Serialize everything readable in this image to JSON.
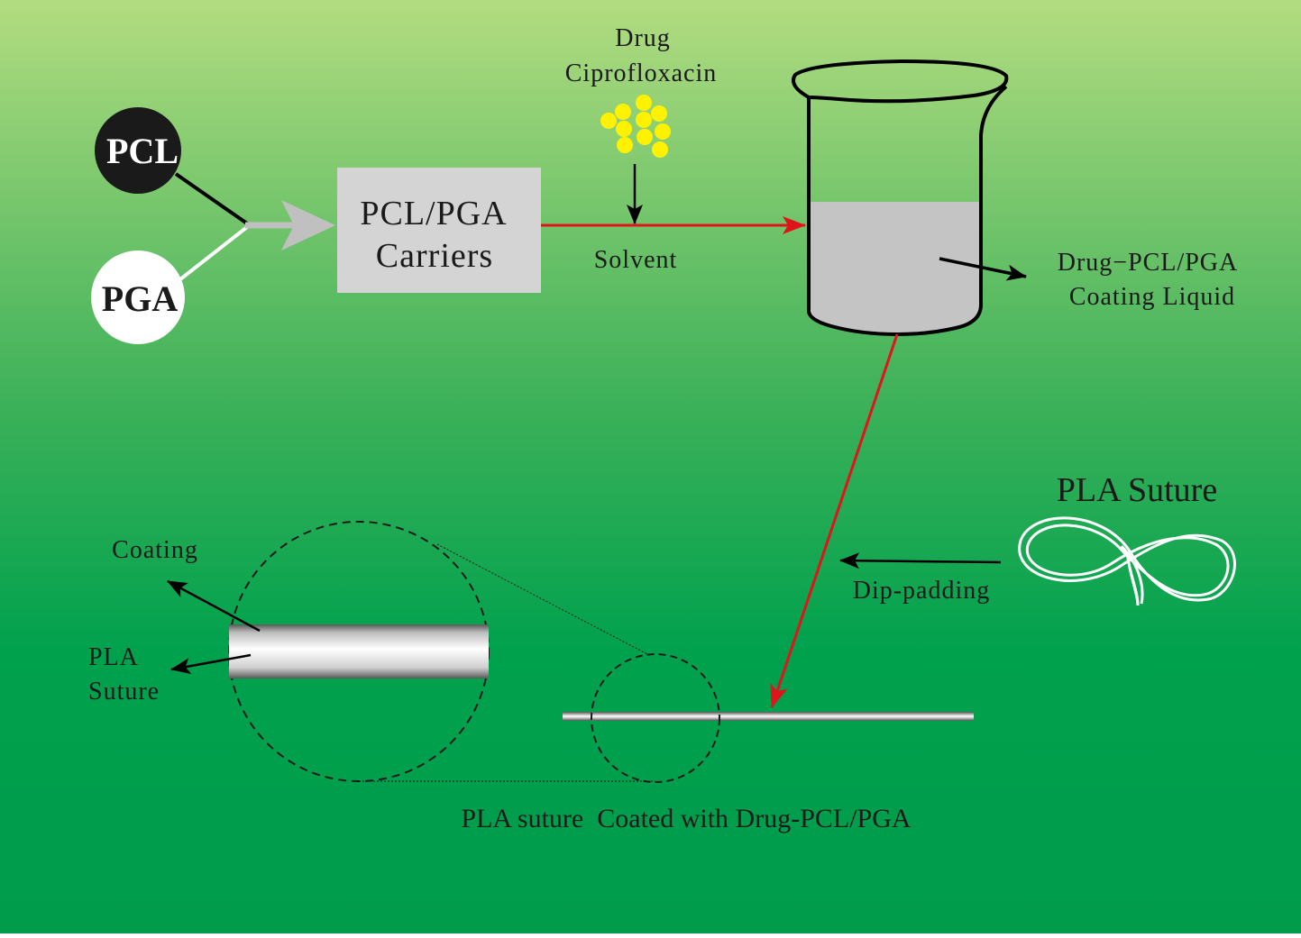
{
  "nodes": {
    "pcl": "PCL",
    "pga": "PGA",
    "carriers_line1": "PCL/PGA",
    "carriers_line2": "Carriers",
    "drug_line1": "Drug",
    "drug_line2": "Ciprofloxacin",
    "solvent": "Solvent",
    "liquid_line1": "Drug−PCL/PGA",
    "liquid_line2": "Coating  Liquid",
    "pla_suture_title": "PLA Suture",
    "dip_padding": "Dip-padding",
    "coating": "Coating",
    "pla_line1": "PLA",
    "pla_line2": "Suture",
    "caption": "PLA suture  Coated with Drug-PCL/PGA"
  },
  "colors": {
    "background_top": "#b3dc80",
    "background_bottom": "#009c4c",
    "flow_arrow": "#e0141b",
    "input_arrow": "#c0c0c0",
    "carrier_box": "#d4d4d4",
    "drug_dot": "#fff200",
    "liquid": "#c4c4c4"
  }
}
